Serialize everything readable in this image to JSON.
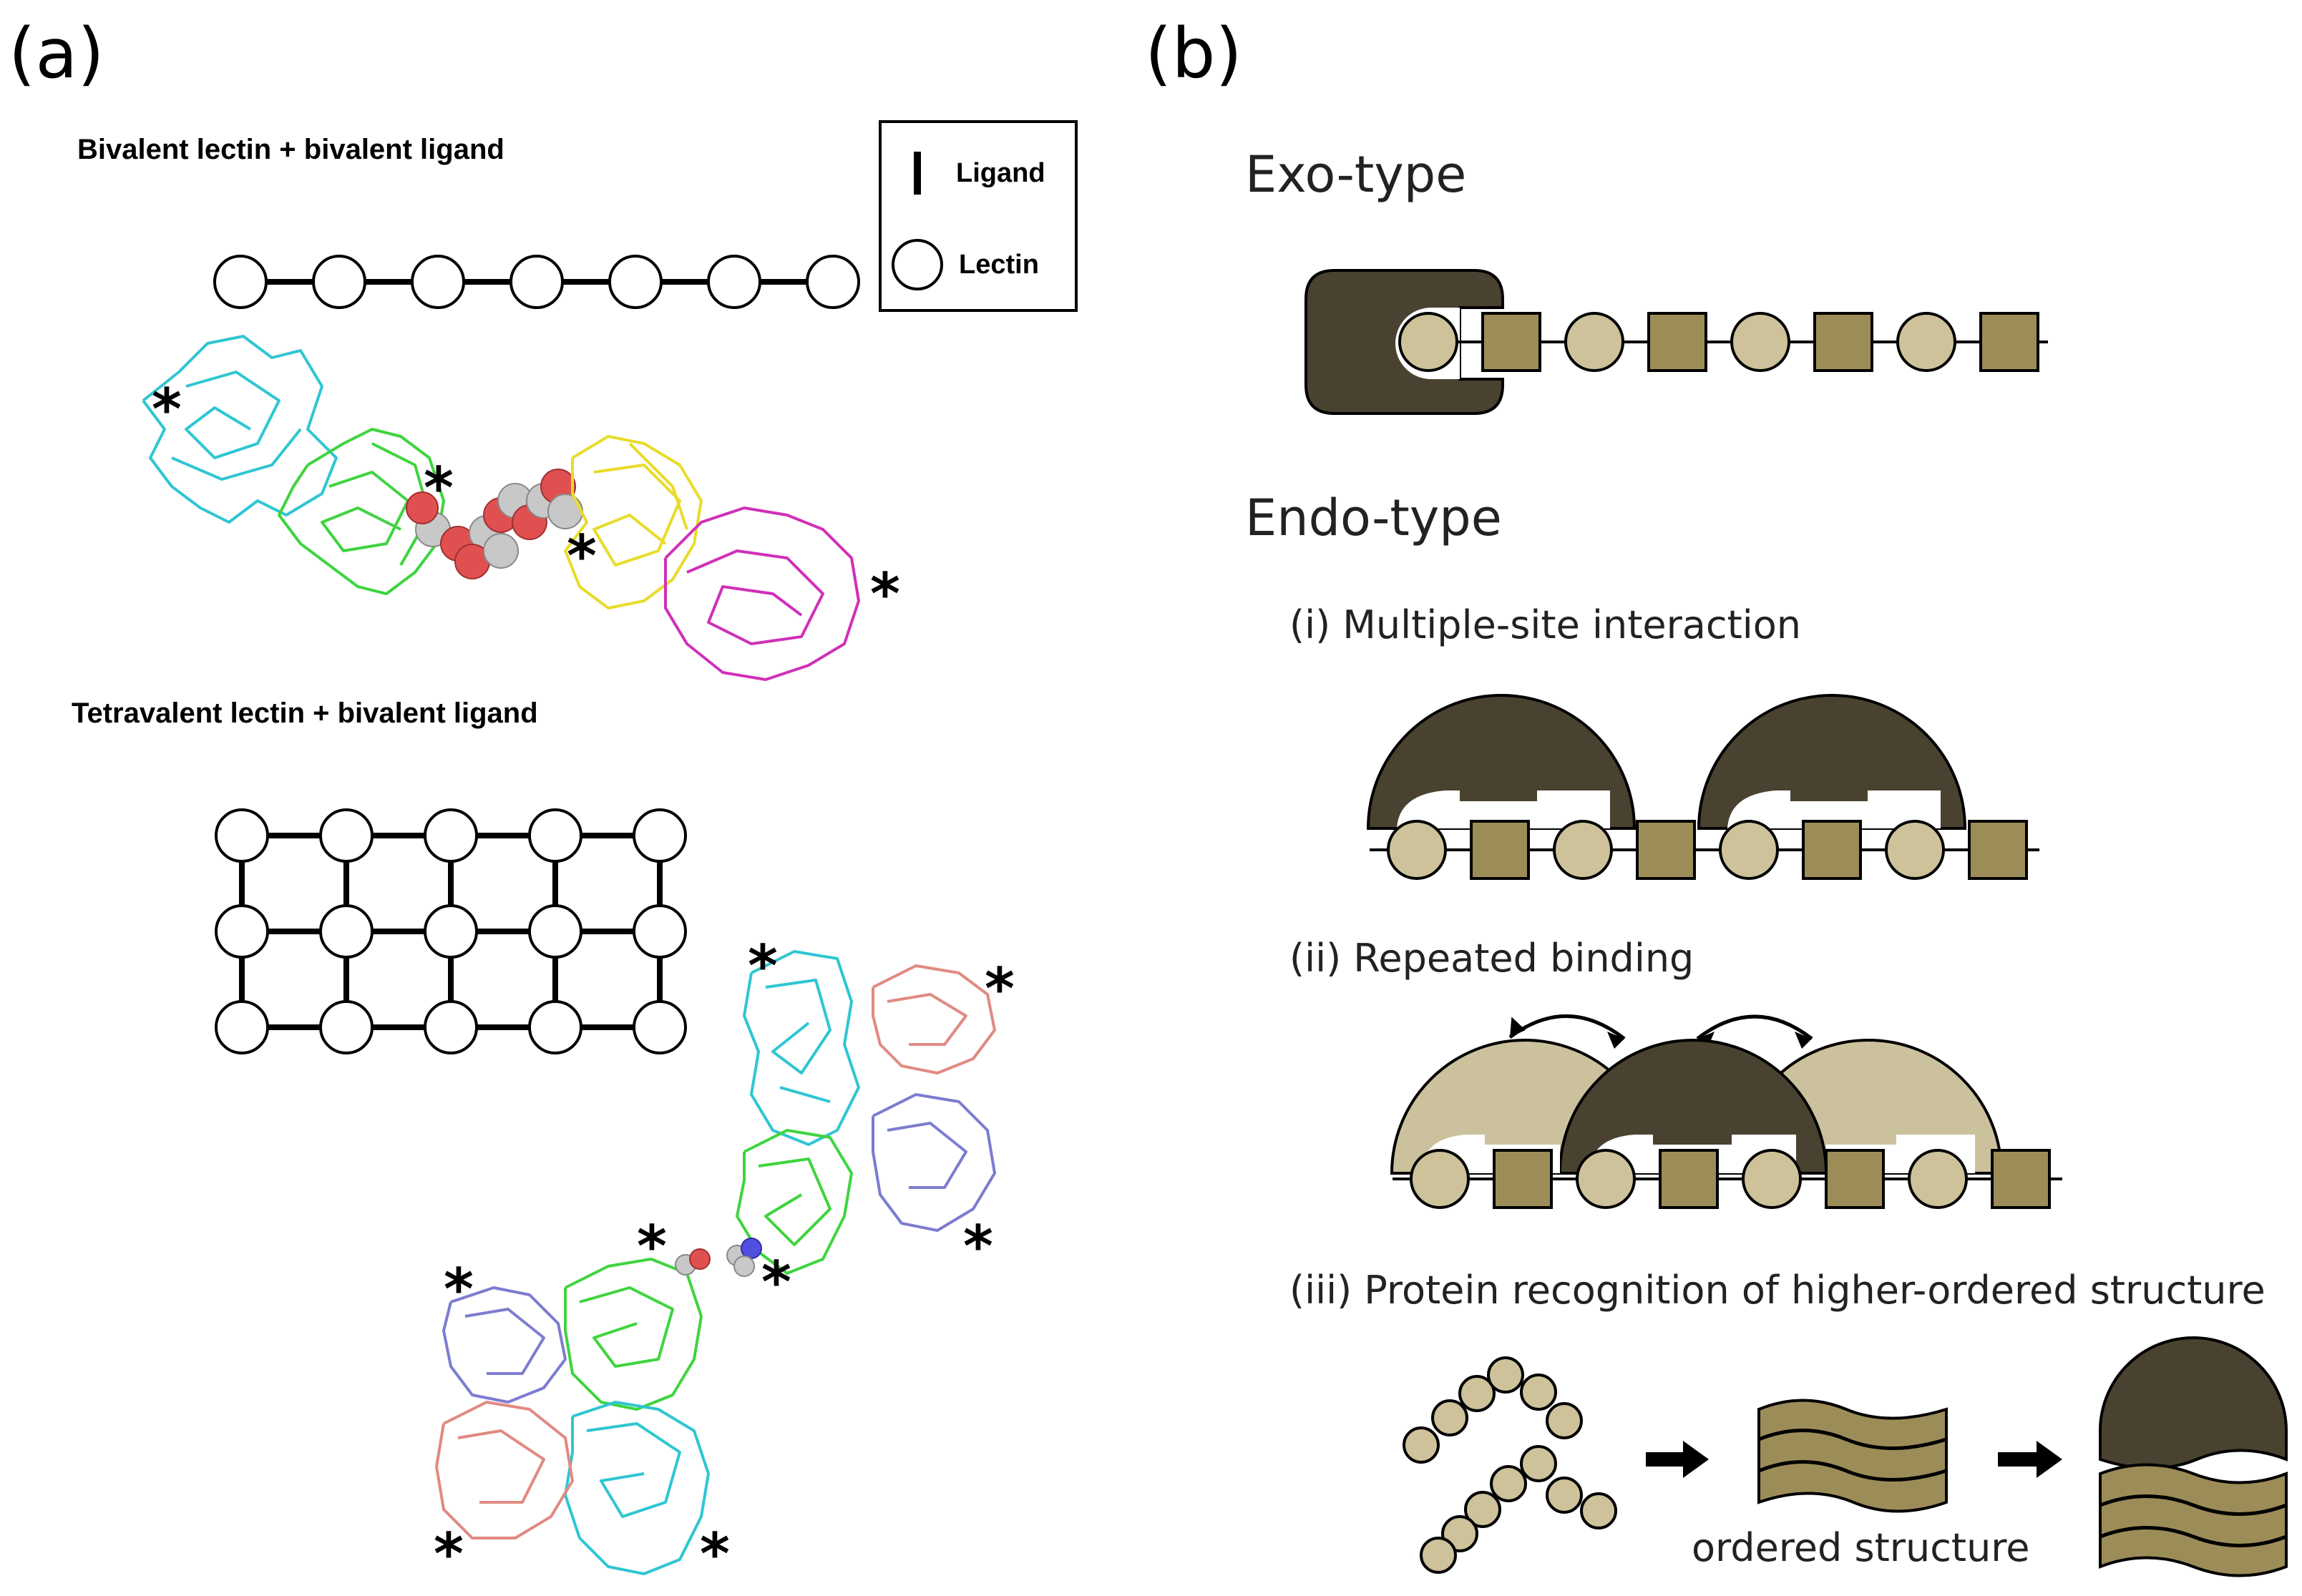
{
  "panel_a": {
    "label": "(a)",
    "bivalent_title": "Bivalent lectin + bivalent ligand",
    "tetravalent_title": "Tetravalent lectin + bivalent ligand",
    "legend": {
      "ligand_label": "Ligand",
      "lectin_label": "Lectin"
    },
    "asterisk": "*",
    "chain_lectin_count": 7,
    "grid": {
      "rows": 3,
      "cols": 5
    },
    "colors": {
      "cyan": "#2fc6d2",
      "green": "#3fd43f",
      "yellow": "#e8dc2a",
      "magenta": "#d030b8",
      "salmon": "#e08a82",
      "slate": "#7c7cd0"
    }
  },
  "panel_b": {
    "label": "(b)",
    "exo_title": "Exo-type",
    "endo_title": "Endo-type",
    "sub_i": "(i) Multiple-site interaction",
    "sub_ii": "(ii) Repeated binding",
    "sub_iii": "(iii) Protein recognition of higher-ordered structure",
    "ordered_caption": "ordered structure",
    "colors": {
      "dark_protein": "#4a4230",
      "light_protein": "#cbc19c",
      "circle_unit": "#cdc29a",
      "square_unit": "#9c8c58"
    }
  }
}
